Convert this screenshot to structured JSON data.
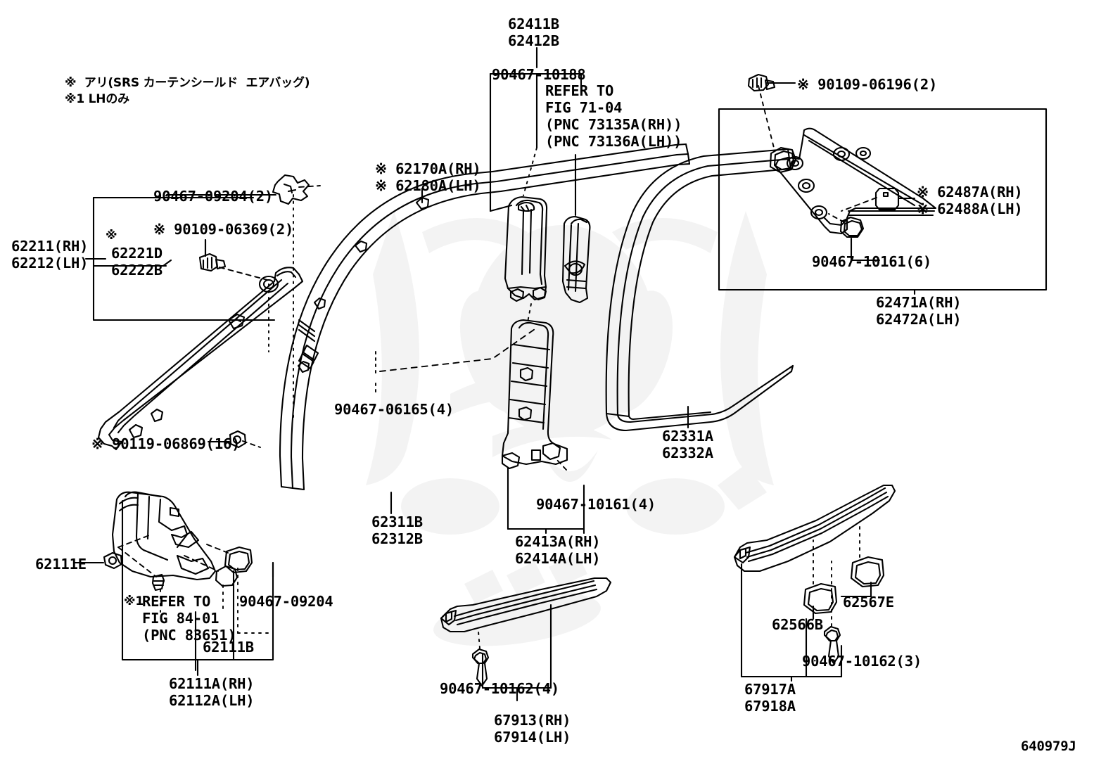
{
  "diagram": {
    "id": "640979J",
    "title": "Toyota Body Interior Trim / Pillar Garnish Parts Diagram",
    "legend": [
      "※  アリ(SRS カーテンシールド　エアバッグ)",
      "※1 LHのみ"
    ],
    "legend_lines": {
      "line1": "※  アリ(SRS カーテンシールド  エアバッグ)",
      "line2": "※1 LHのみ"
    },
    "colors": {
      "line": "#000000",
      "background": "#ffffff",
      "watermark": "#f2f2f2"
    }
  },
  "labels": {
    "top_center": {
      "part_rh": "62411B",
      "part_lh": "62412B",
      "clip": "90467-10188",
      "refer_1": "REFER TO",
      "refer_2": "FIG 71-04",
      "refer_3": "(PNC 73135A(RH))",
      "refer_4": "(PNC 73136A(LH))"
    },
    "roof_side": {
      "rh": "※ 62170A(RH)",
      "lh": "※ 62180A(LH)"
    },
    "front_pillar_group": {
      "main_rh": "62211(RH)",
      "main_lh": "62212(LH)",
      "clip_top": "90467-09204(2)",
      "screw": "※ 90109-06369(2)",
      "sub_rh": "62221D",
      "sub_lh": "62222B",
      "sub_mark": "※",
      "nut": "※ 90119-06869(16)"
    },
    "center_pillar": {
      "clip_upper": "90467-06165(4)",
      "weatherstrip_rh": "62311B",
      "weatherstrip_lh": "62312B",
      "lower_clip": "90467-10161(4)",
      "lower_rh": "62413A(RH)",
      "lower_lh": "62414A(LH)"
    },
    "door_opening": {
      "rh": "62331A",
      "lh": "62332A"
    },
    "rear_pillar_group": {
      "screw": "※ 90109-06196(2)",
      "cap_rh": "※ 62487A(RH)",
      "cap_lh": "※ 62488A(LH)",
      "clip": "90467-10161(6)",
      "main_rh": "62471A(RH)",
      "main_lh": "62472A(LH)"
    },
    "cowl_group": {
      "clip_left": "62111E",
      "refer_mark": "※1",
      "refer_1": "REFER TO",
      "refer_2": "FIG 84-01",
      "refer_3": "(PNC 83651)",
      "clip_right": "90467-09204",
      "cap": "62111B",
      "main_rh": "62111A(RH)",
      "main_lh": "62112A(LH)"
    },
    "front_scuff": {
      "clip": "90467-10162(4)",
      "main_rh": "67913(RH)",
      "main_lh": "67914(LH)"
    },
    "rear_scuff": {
      "clip_a": "62566B",
      "clip_b": "62567E",
      "clip_c": "90467-10162(3)",
      "main_rh": "67917A",
      "main_lh": "67918A"
    }
  }
}
